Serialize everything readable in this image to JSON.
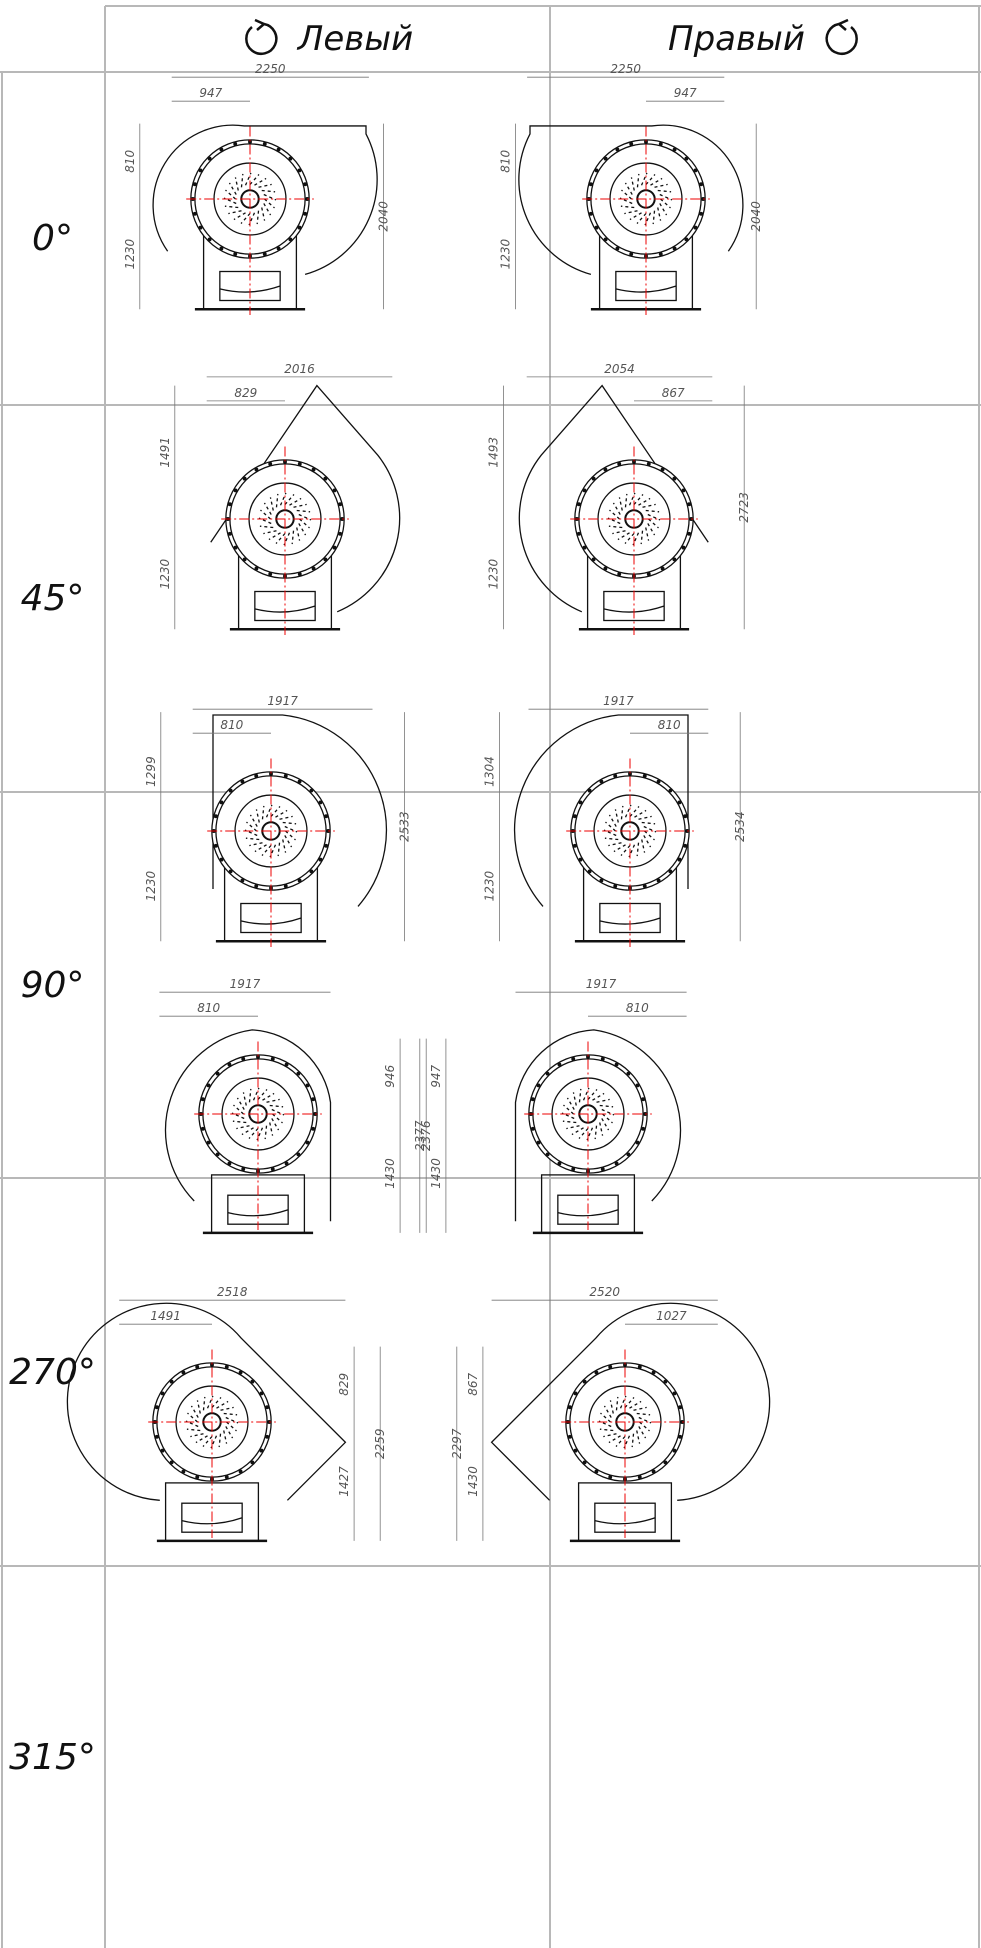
{
  "header": {
    "left": "Левый",
    "right": "Правый"
  },
  "rows": [
    {
      "angle": "0°",
      "left": {
        "width": "2250",
        "offset": "947",
        "upper": "810",
        "lower": "1230",
        "height": "2040"
      },
      "right": {
        "width": "2250",
        "offset": "947",
        "upper": "810",
        "lower": "1230",
        "height": "2040"
      }
    },
    {
      "angle": "45°",
      "left": {
        "width": "2016",
        "offset": "829",
        "upper": "1491",
        "lower": "1230",
        "height": ""
      },
      "right": {
        "width": "2054",
        "offset": "867",
        "upper": "1493",
        "lower": "1230",
        "height": "2723"
      }
    },
    {
      "angle": "90°",
      "left": {
        "width": "1917",
        "offset": "810",
        "upper": "1299",
        "lower": "1230",
        "height": "2533"
      },
      "right": {
        "width": "1917",
        "offset": "810",
        "upper": "1304",
        "lower": "1230",
        "height": "2534"
      }
    },
    {
      "angle": "270°",
      "left": {
        "width": "1917",
        "offset": "810",
        "upper": "946",
        "lower": "1430",
        "height": "2376"
      },
      "right": {
        "width": "1917",
        "offset": "810",
        "upper": "947",
        "lower": "1430",
        "height": "2377"
      }
    },
    {
      "angle": "315°",
      "left": {
        "width": "2518",
        "offset": "1491",
        "upper": "829",
        "lower": "1427",
        "height": "2259"
      },
      "right": {
        "width": "2520",
        "offset": "1027",
        "upper": "867",
        "lower": "1430",
        "height": "2297"
      }
    }
  ]
}
